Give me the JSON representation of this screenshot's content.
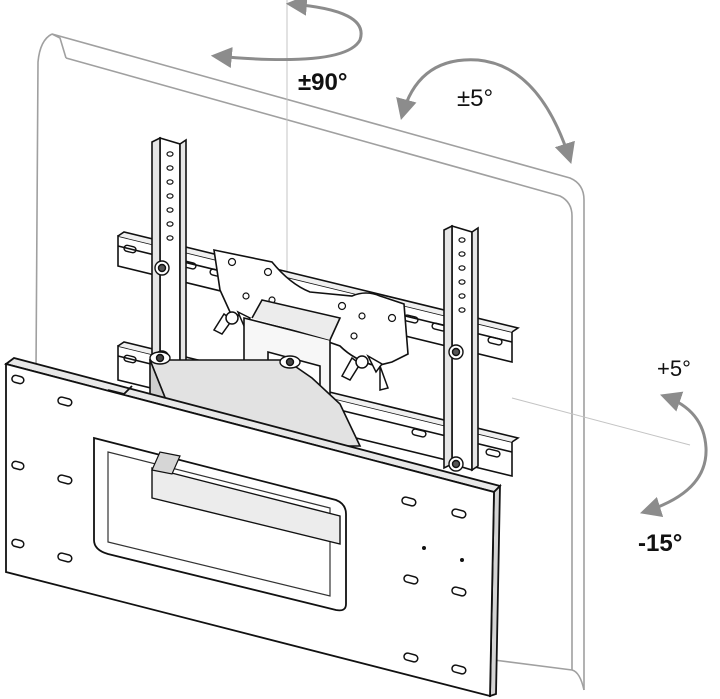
{
  "labels": {
    "swivel": "±90°",
    "tilt_tv": "±5°",
    "tilt_up": "+5°",
    "tilt_down": "-15°"
  },
  "colors": {
    "line": "#111111",
    "wall": "#9a9a9a",
    "arrow": "#8c8c8c",
    "metal": "#dcdcdc",
    "background": "#ffffff"
  }
}
